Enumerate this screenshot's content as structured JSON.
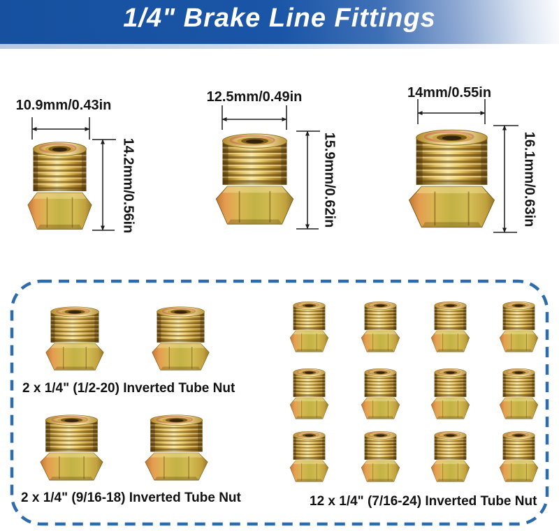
{
  "header": {
    "title": "1/4\" Brake Line Fittings"
  },
  "fittings_top": [
    {
      "width_label": "10.9mm/0.43in",
      "height_label": "14.2mm/0.56in"
    },
    {
      "width_label": "12.5mm/0.49in",
      "height_label": "15.9mm/0.62in"
    },
    {
      "width_label": "14mm/0.55in",
      "height_label": "16.1mm/0.63in"
    }
  ],
  "kit_groups": [
    {
      "label": "2 x 1/4\" (1/2-20) Inverted Tube Nut",
      "count": 2
    },
    {
      "label": "2 x 1/4\" (9/16-18) Inverted Tube Nut",
      "count": 2
    },
    {
      "label": "12 x 1/4\" (7/16-24) Inverted Tube Nut",
      "count": 12
    }
  ],
  "colors": {
    "banner_blue": "#1a55a7",
    "banner_text": "#ffffff",
    "dashed_border_blue": "#2d6cac",
    "dimension_text": "#141414",
    "brass_light": "#f7e9a6",
    "brass_dark": "#7a5a18",
    "hex_gold": "#c3b245",
    "hex_copper": "#e59d50"
  }
}
